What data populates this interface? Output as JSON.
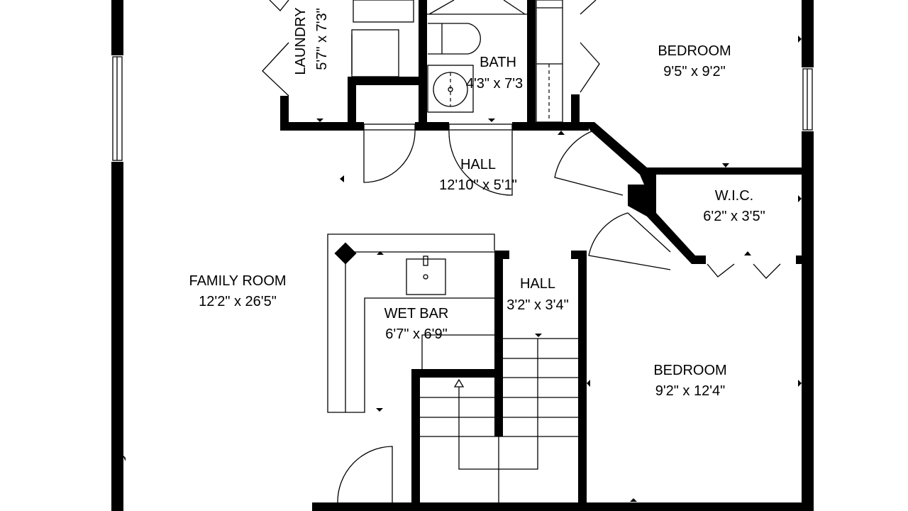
{
  "rooms": {
    "laundry": {
      "name": "LAUNDRY",
      "size": "5'7\" x 7'3\""
    },
    "bath": {
      "name": "BATH",
      "size": "4'3\" x 7'3"
    },
    "bedroom_top": {
      "name": "BEDROOM",
      "size": "9'5\" x 9'2\""
    },
    "hall_top": {
      "name": "HALL",
      "size": "12'10\" x 5'1\""
    },
    "wic": {
      "name": "W.I.C.",
      "size": "6'2\" x 3'5\""
    },
    "family_room": {
      "name": "FAMILY ROOM",
      "size": "12'2\" x 26'5\""
    },
    "wet_bar": {
      "name": "WET BAR",
      "size": "6'7\" x 6'9\""
    },
    "hall_small": {
      "name": "HALL",
      "size": "3'2\" x 3'4\""
    },
    "bedroom_bottom": {
      "name": "BEDROOM",
      "size": "9'2\" x 12'4\""
    }
  }
}
